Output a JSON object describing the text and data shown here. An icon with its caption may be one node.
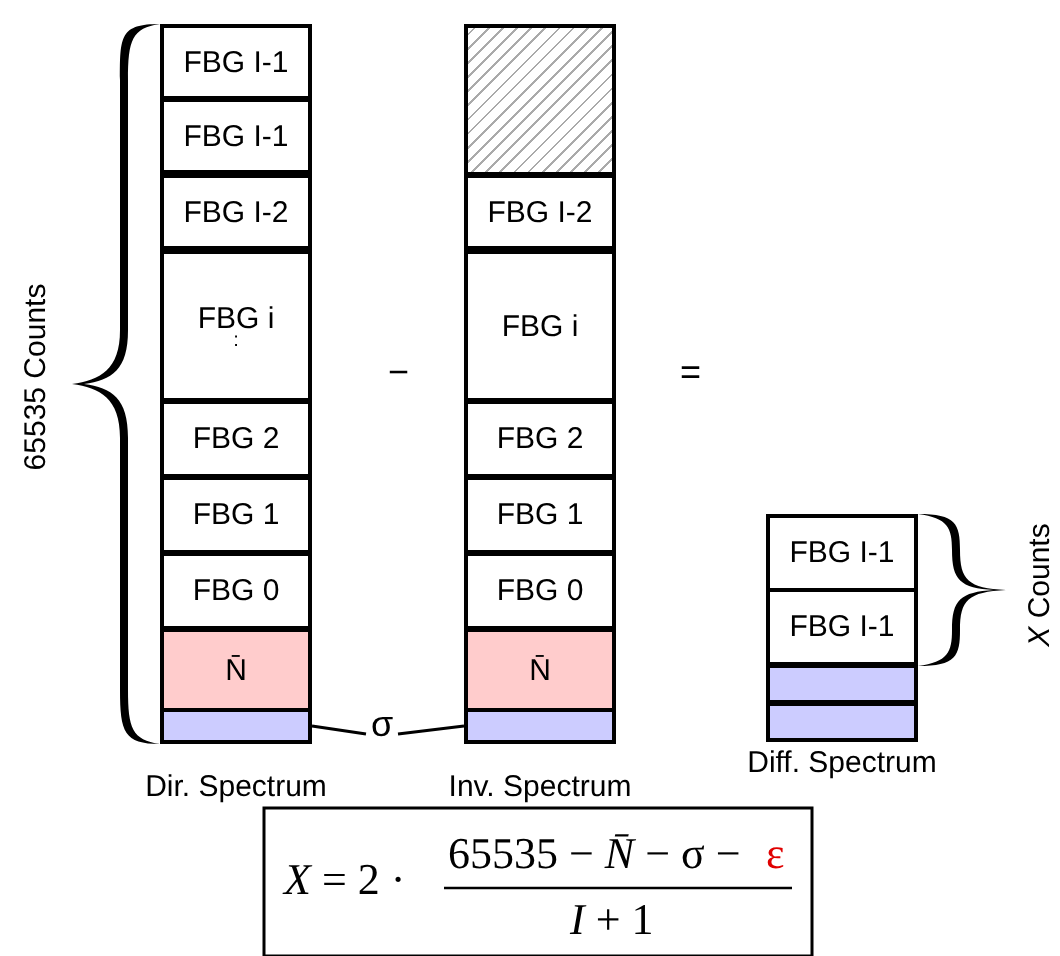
{
  "diagram": {
    "nodes": [
      {
        "text": [
          "Dir. Spectrum"
        ]
      },
      {
        "text": [
          "FBG I-1"
        ],
        "in": 0
      },
      {
        "text": [
          "FBG I-1"
        ],
        "in": 0
      },
      {
        "text": [
          "FBG I-2"
        ],
        "in": 0
      },
      {
        "text": [
          "FBG i",
          ":"
        ],
        "in": 0
      },
      {
        "text": [
          "FBG 2"
        ],
        "in": 0
      },
      {
        "text": [
          "FBG 1"
        ],
        "in": 0
      },
      {
        "text": [
          "FBG 0"
        ],
        "in": 0
      },
      {
        "text": [
          "N̄"
        ],
        "in": 0
      },
      {
        "text": [],
        "shape": "box",
        "in": 0
      },
      {
        "text": [
          "Inv. Spectrum"
        ]
      },
      {
        "text": [],
        "shape": "box",
        "in": 10
      },
      {
        "text": [
          "FBG I-2"
        ],
        "in": 10
      },
      {
        "text": [
          "FBG i"
        ],
        "in": 10
      },
      {
        "text": [
          "FBG 2"
        ],
        "in": 10
      },
      {
        "text": [
          "FBG 1"
        ],
        "in": 10
      },
      {
        "text": [
          "FBG 0"
        ],
        "in": 10
      },
      {
        "text": [
          "N̄"
        ],
        "in": 10
      },
      {
        "text": [],
        "shape": "box",
        "in": 10
      },
      {
        "text": [
          "Diff. Spectrum"
        ]
      },
      {
        "text": [
          "FBG I-1"
        ],
        "in": 19
      },
      {
        "text": [
          "FBG I-1"
        ],
        "in": 19
      },
      {
        "text": [],
        "shape": "box",
        "in": 19
      },
      {
        "text": [],
        "shape": "box",
        "in": 19
      },
      {
        "text": [
          "σ"
        ]
      },
      {
        "text": [
          "65535 Counts"
        ]
      },
      {
        "text": [
          "*X* Counts"
        ]
      }
    ],
    "edges": [
      {
        "from": 24,
        "to": 9,
        "arrow": "none"
      },
      {
        "from": 24,
        "to": 18,
        "arrow": "none"
      }
    ],
    "labels": [
      "−",
      "=",
      "*X* = 2 ·",
      "65535 − *N̄* − σ −",
      "ε",
      "*I* + 1"
    ]
  }
}
